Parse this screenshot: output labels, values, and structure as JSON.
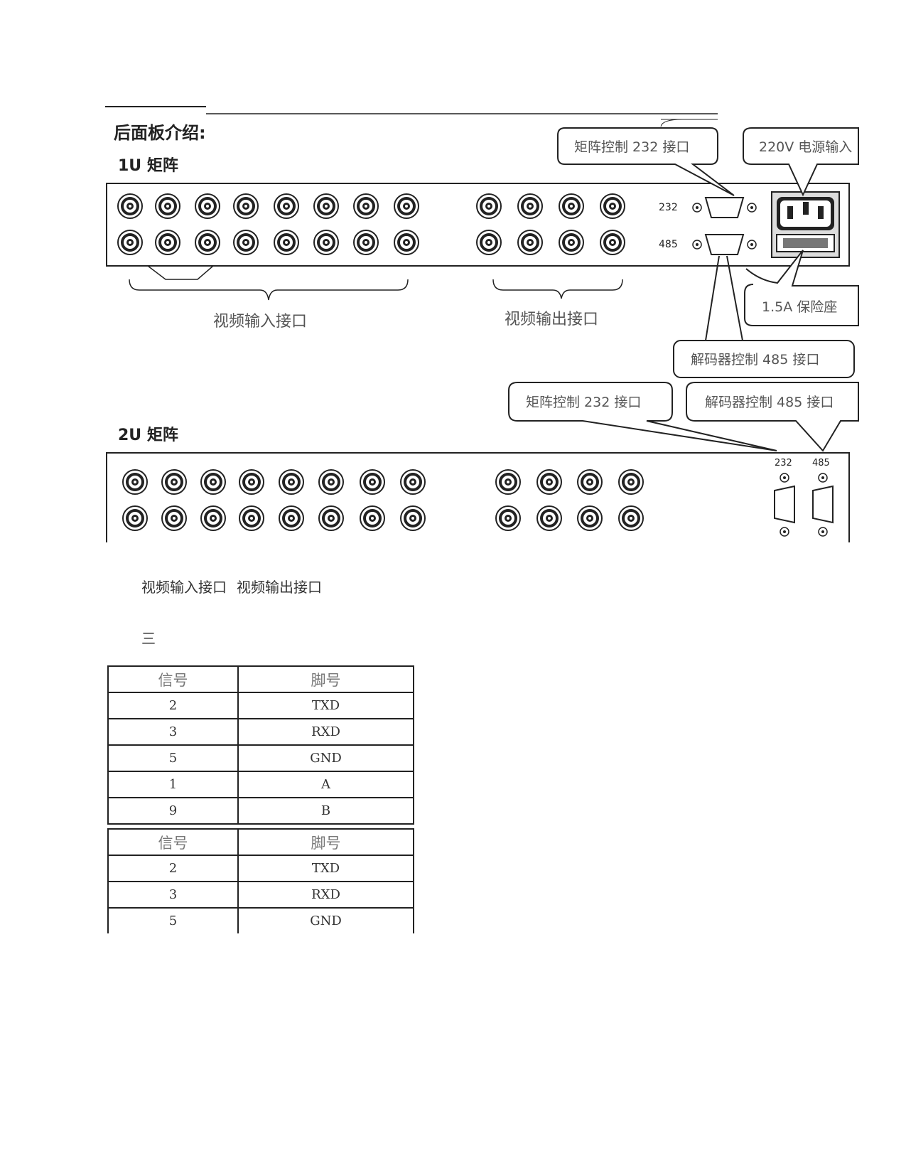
{
  "figure": {
    "heading": "后面板介绍:",
    "matrix_1u": {
      "title": "1U 矩阵",
      "port_232": "232",
      "port_485": "485",
      "labels": {
        "rs232_control": "矩阵控制 232 接口",
        "power_input": "220V 电源输入",
        "fuse": "1.5A 保险座",
        "decoder_485": "解码器控制 485 接口",
        "video_in": "视频输入接口",
        "video_out": "视频输出接口"
      }
    },
    "matrix_2u": {
      "title": "2U 矩阵",
      "port_232": "232",
      "port_485": "485",
      "labels": {
        "rs232_control": "矩阵控制 232 接口",
        "decoder_485": "解码器控制 485 接口"
      }
    }
  },
  "caption": {
    "video_in": "视频输入接口",
    "video_out": "视频输出接口"
  },
  "section_number": "三",
  "table1": {
    "headers": [
      "信号",
      "脚号"
    ],
    "rows": [
      [
        "2",
        "TXD"
      ],
      [
        "3",
        "RXD"
      ],
      [
        "5",
        "GND"
      ],
      [
        "1",
        "A"
      ],
      [
        "9",
        "B"
      ]
    ]
  },
  "table2": {
    "headers": [
      "信号",
      "脚号"
    ],
    "rows": [
      [
        "2",
        "TXD"
      ],
      [
        "3",
        "RXD"
      ],
      [
        "5",
        "GND"
      ]
    ]
  }
}
